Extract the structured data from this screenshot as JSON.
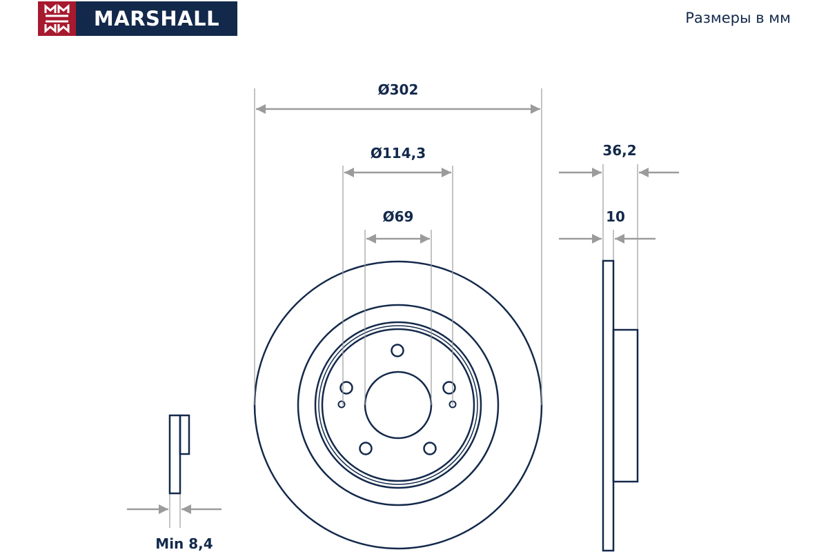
{
  "brand": {
    "name": "MARSHALL",
    "mark": "M",
    "mark_color": "#a7192e",
    "name_bg_color": "#13294b"
  },
  "units_note": "Размеры в мм",
  "dimensions": {
    "outer_diameter": "Ø302",
    "bolt_circle_diameter": "Ø114,3",
    "center_bore_diameter": "Ø69",
    "total_height": "36,2",
    "disc_thickness": "10",
    "min_thickness": "Min 8,4"
  },
  "colors": {
    "line": "#13294b",
    "dimension_line": "#9b9b9b",
    "brand_red": "#a7192e",
    "brand_navy": "#13294b"
  }
}
